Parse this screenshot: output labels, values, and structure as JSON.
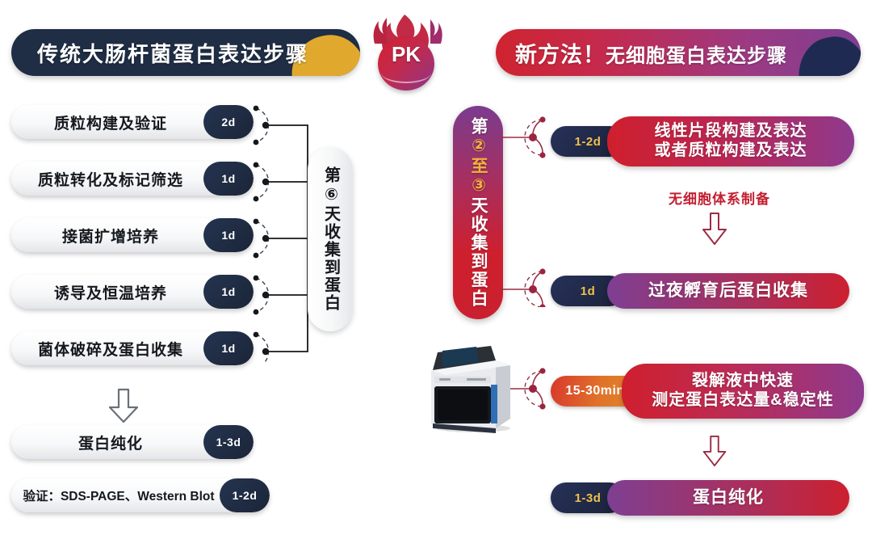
{
  "pk_badge": {
    "label": "PK",
    "icon": "flame-icon",
    "color": "#c22a4d"
  },
  "left_panel": {
    "header": {
      "title": "传统大肠杆菌蛋白表达步骤",
      "bg_color": "#1f2d45",
      "accent_color": "#e0a92e"
    },
    "steps": [
      {
        "label": "质粒构建及验证",
        "duration": "2d"
      },
      {
        "label": "质粒转化及标记筛选",
        "duration": "1d"
      },
      {
        "label": "接菌扩增培养",
        "duration": "1d"
      },
      {
        "label": "诱导及恒温培养",
        "duration": "1d"
      },
      {
        "label": "菌体破碎及蛋白收集",
        "duration": "1d"
      }
    ],
    "collect_note": "第⑥天收集到蛋白",
    "arrow": "down-arrow-icon",
    "final_steps": [
      {
        "label": "蛋白纯化",
        "duration": "1-3d"
      },
      {
        "label": "验证：SDS-PAGE、Western Blot",
        "duration": "1-2d"
      }
    ]
  },
  "right_panel": {
    "header": {
      "title_bold": "新方法！",
      "title_rest": "无细胞蛋白表达步骤",
      "gradient_from": "#cf2430",
      "gradient_to": "#7e3f92",
      "accent_color": "#1e2a52"
    },
    "collect_note_parts": [
      "第",
      "②",
      "至",
      "③",
      "天收集到蛋白"
    ],
    "collect_note": "第②至③天收集到蛋白",
    "steps": [
      {
        "duration": "1-2d",
        "line1": "线性片段构建及表达",
        "line2": "或者质粒构建及表达",
        "badge_style": "navy"
      },
      {
        "duration": "1d",
        "line1": "过夜孵育后蛋白收集",
        "line2": "",
        "badge_style": "navy"
      },
      {
        "duration": "15-30min",
        "line1": "裂解液中快速",
        "line2": "测定蛋白表达量&稳定性",
        "badge_style": "warm"
      },
      {
        "duration": "1-3d",
        "line1": "蛋白纯化",
        "line2": "",
        "badge_style": "navy"
      }
    ],
    "cell_free_label": "无细胞体系制备",
    "arrow": "down-arrow-icon",
    "instrument": "lab-instrument-icon"
  }
}
